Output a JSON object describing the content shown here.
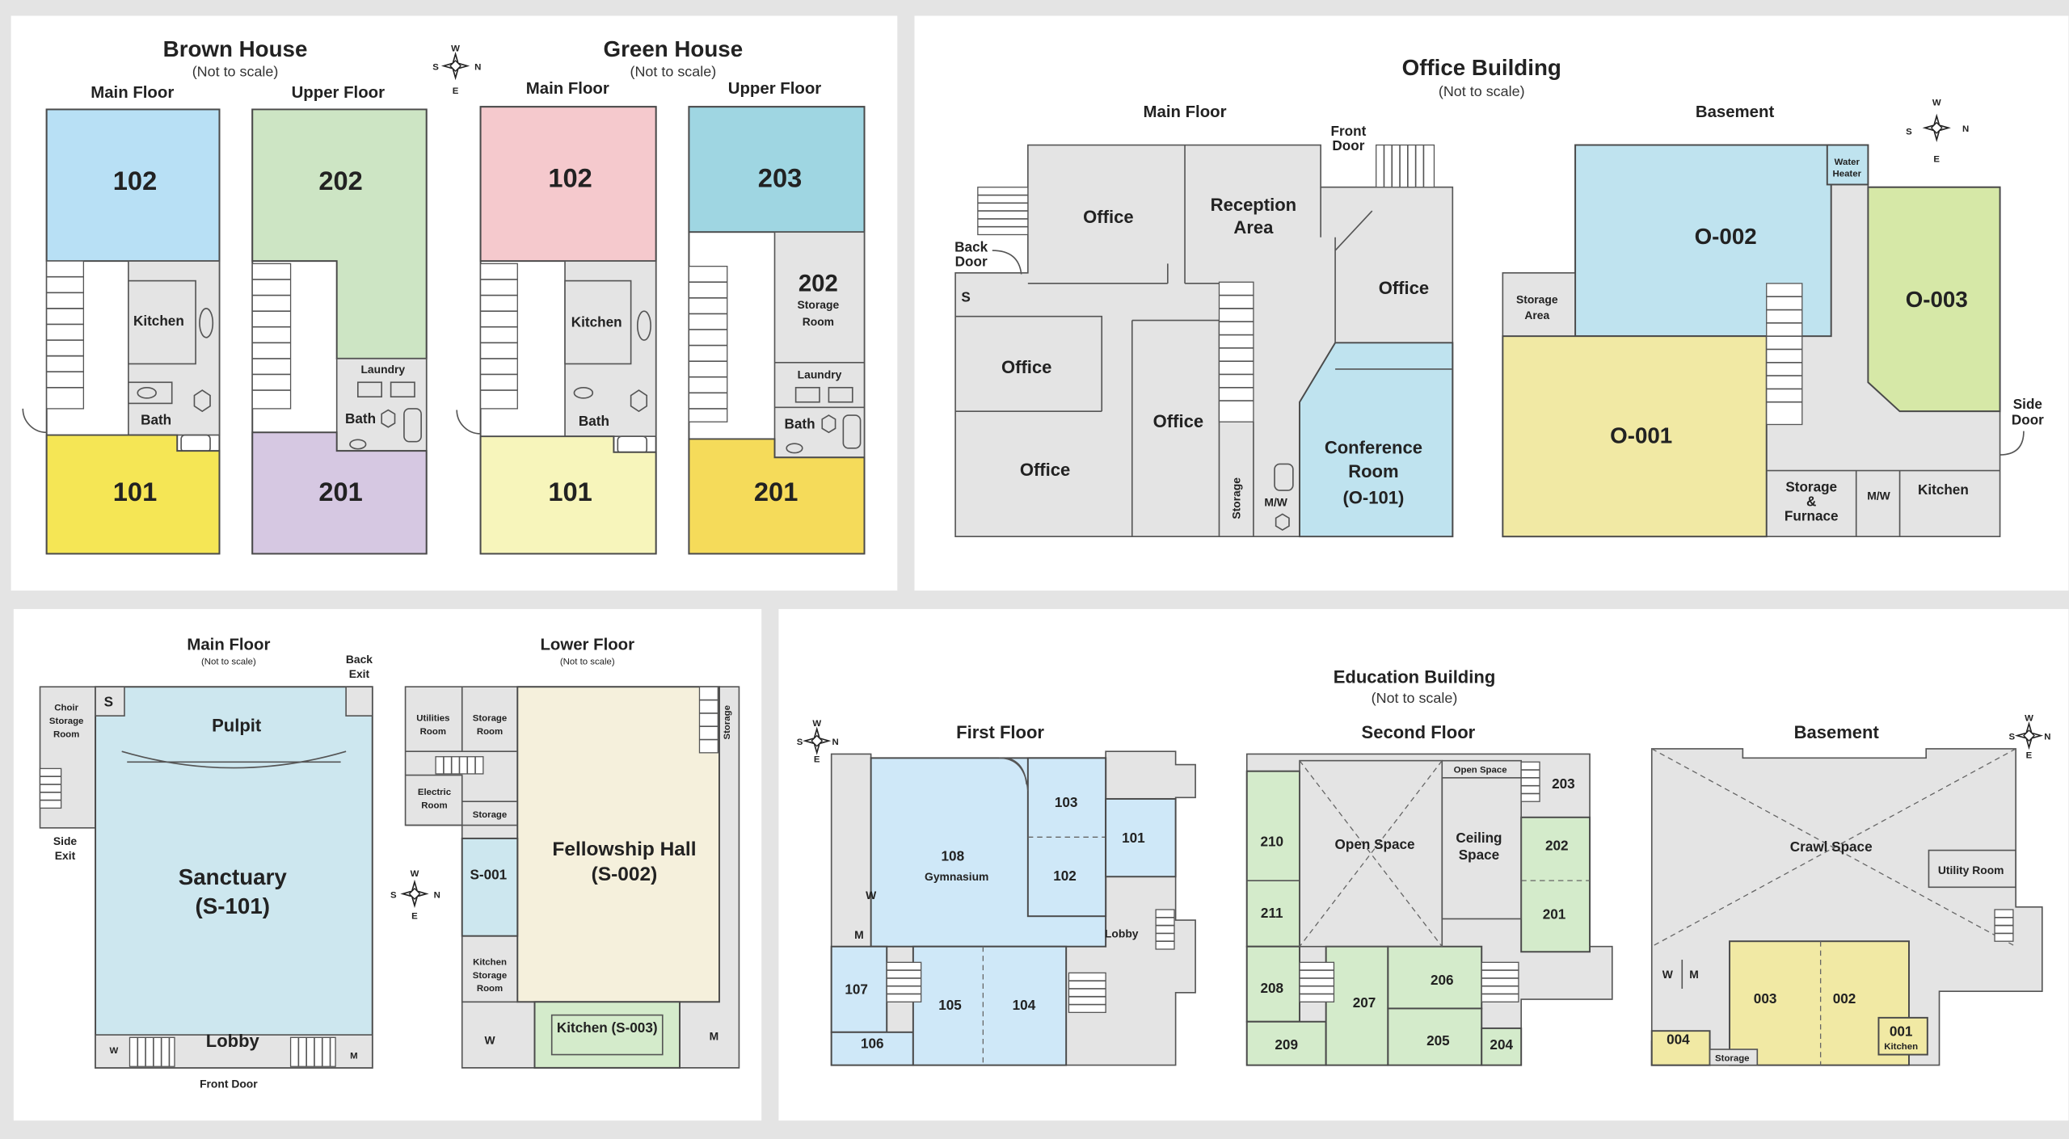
{
  "colors": {
    "brown_102": "#b8e0f5",
    "brown_101": "#f5e655",
    "brown_202": "#cde5c4",
    "brown_201": "#d6c8e2",
    "green_102": "#f5c9cd",
    "green_101": "#f7f5bb",
    "green_203": "#9fd6e2",
    "green_201": "#f5db5a",
    "office_blue": "#bfe3ef",
    "office_green": "#d6e8a7",
    "office_yellow": "#f1e9a4",
    "church_blue": "#cde7ef",
    "church_tan": "#f5f0dc",
    "edu_blue": "#cfe8f8",
    "edu_green": "#d4ebcb",
    "edu_yellow": "#f1e9a4"
  },
  "compass": {
    "w": "W",
    "n": "N",
    "s": "S",
    "e": "E"
  },
  "brown_house": {
    "title": "Brown House",
    "subtitle": "(Not to scale)",
    "main_floor": "Main Floor",
    "upper_floor": "Upper Floor",
    "r102": "102",
    "kitchen": "Kitchen",
    "bath": "Bath",
    "r101": "101",
    "r202": "202",
    "laundry": "Laundry",
    "bath_upper": "Bath",
    "r201": "201"
  },
  "green_house": {
    "title": "Green House",
    "subtitle": "(Not to scale)",
    "main_floor": "Main Floor",
    "upper_floor": "Upper Floor",
    "r102": "102",
    "kitchen": "Kitchen",
    "bath": "Bath",
    "r101": "101",
    "r203": "203",
    "r202": "202",
    "storage": "Storage",
    "room": "Room",
    "laundry": "Laundry",
    "bath_upper": "Bath",
    "r201": "201"
  },
  "office": {
    "title": "Office Building",
    "subtitle": "(Not to scale)",
    "main_floor": "Main Floor",
    "basement": "Basement",
    "office": "Office",
    "reception_1": "Reception",
    "reception_2": "Area",
    "front_door_1": "Front",
    "front_door_2": "Door",
    "back_door_1": "Back",
    "back_door_2": "Door",
    "s": "S",
    "storage": "Storage",
    "mw": "M/W",
    "conference_1": "Conference",
    "conference_2": "Room",
    "conference_3": "(O-101)",
    "water_heater_1": "Water",
    "water_heater_2": "Heater",
    "o002": "O-002",
    "o003": "O-003",
    "o001": "O-001",
    "storage_area_1": "Storage",
    "storage_area_2": "Area",
    "side_door_1": "Side",
    "side_door_2": "Door",
    "furnace_1": "Storage",
    "furnace_2": "&",
    "furnace_3": "Furnace",
    "mw_basement": "M/W",
    "kitchen": "Kitchen"
  },
  "church": {
    "main_floor": "Main Floor",
    "main_subtitle": "(Not to scale)",
    "lower_floor": "Lower Floor",
    "lower_subtitle": "(Not to scale)",
    "choir_1": "Choir",
    "choir_2": "Storage",
    "choir_3": "Room",
    "s": "S",
    "pulpit": "Pulpit",
    "back_exit_1": "Back",
    "back_exit_2": "Exit",
    "side_exit_1": "Side",
    "side_exit_2": "Exit",
    "sanctuary": "Sanctuary",
    "sanctuary_id": "(S-101)",
    "lobby": "Lobby",
    "front_door": "Front Door",
    "w": "W",
    "m": "M",
    "utilities_1": "Utilities",
    "utilities_2": "Room",
    "storage_room_1": "Storage",
    "storage_room_2": "Room",
    "electric_1": "Electric",
    "electric_2": "Room",
    "storage": "Storage",
    "s001": "S-001",
    "fellowship": "Fellowship Hall",
    "fellowship_id": "(S-002)",
    "kitchen_storage_1": "Kitchen",
    "kitchen_storage_2": "Storage",
    "kitchen_storage_3": "Room",
    "kitchen": "Kitchen (S-003)",
    "storage_vertical": "Storage",
    "w_lower": "W",
    "m_lower": "M"
  },
  "education": {
    "title": "Education Building",
    "subtitle": "(Not to scale)",
    "first_floor": "First Floor",
    "second_floor": "Second Floor",
    "basement": "Basement",
    "first": {
      "r108": "108",
      "gym": "Gymnasium",
      "r103": "103",
      "r101": "101",
      "r102": "102",
      "lobby": "Lobby",
      "w": "W",
      "m": "M",
      "r107": "107",
      "r105": "105",
      "r104": "104",
      "r106": "106"
    },
    "second": {
      "open_space_small": "Open Space",
      "r203": "203",
      "r210": "210",
      "open_space": "Open Space",
      "ceiling_1": "Ceiling",
      "ceiling_2": "Space",
      "r202": "202",
      "r211": "211",
      "r201": "201",
      "r208": "208",
      "r207": "207",
      "r206": "206",
      "r205": "205",
      "r204": "204",
      "r209": "209"
    },
    "basement_rooms": {
      "crawl": "Crawl Space",
      "utility": "Utility Room",
      "w": "W",
      "m": "M",
      "r003": "003",
      "r002": "002",
      "r004": "004",
      "r001": "001",
      "kitchen": "Kitchen",
      "storage": "Storage"
    }
  }
}
